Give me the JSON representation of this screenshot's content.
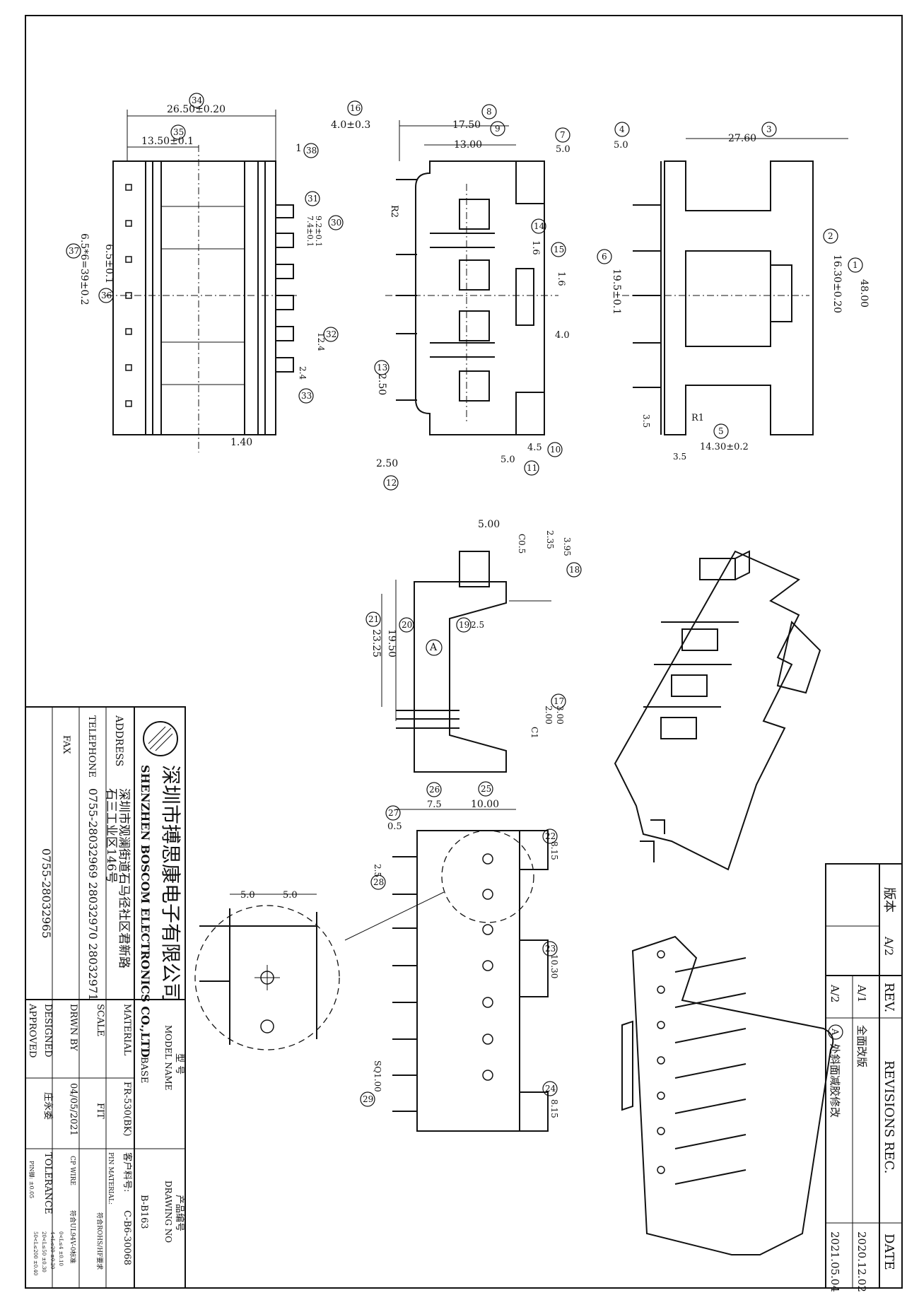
{
  "company": {
    "name_cn": "深圳市搏思康电子有限公司",
    "name_en": "SHENZHEN BOSCOM ELECTRONICS CO.,LTD"
  },
  "info_table": {
    "address_label": "ADDRESS",
    "address_line1": "深圳市观澜街道石马径社区君新路",
    "address_line2": "石三工业区146号",
    "telephone_label": "TELEPHONE",
    "telephone_value": "0755-28032969 28032970 28032971",
    "fax_label": "FAX",
    "fax_value": "0755-28032965",
    "model_name_cn": "型 号",
    "model_name_label": "MODEL NAME",
    "model_name_value": "BASE",
    "drawing_no_cn": "产品编号",
    "drawing_no_label": "DRAWING NO",
    "drawing_no_value": "B-B163",
    "material_label": "MATERIAL",
    "material_value": "FR-530(BK)",
    "customer_pn_label": "客户料号:",
    "customer_pn_value": "C-B6-30068",
    "scale_label": "SCALE",
    "scale_value": "FIT",
    "pin_material_label": "PIN MATERIAL:",
    "pin_material_value": "符合ROHS/HF要求",
    "drwn_by_label": "DRWN BY",
    "drwn_by_value": "04/05/2021",
    "cp_wire_label": "CP WIRE",
    "cp_wire_value": "符合UL94V-0标准",
    "designed_label": "DESIGNED",
    "designed_value": "庄永委",
    "tolerance_label": "TOLERANCE",
    "approved_label": "APPROVED",
    "pin_tolerance": "PIN脚: ±0.05",
    "tolerance_rows": [
      "0<L≤4  ±0.10",
      "4<L≤20  ±0.20",
      "20<L≤50  ±0.30",
      "50<L≤200  ±0.40"
    ]
  },
  "revisions": {
    "ver_cn": "版本",
    "rev_label": "REV.",
    "rec_label": "REVISIONS REC.",
    "date_label": "DATE",
    "current": "A/2",
    "rows": [
      {
        "rev": "A/1",
        "desc": "全面改版",
        "date": "2020.12.02"
      },
      {
        "rev": "A/2",
        "desc": "处斜面减胶修改",
        "date": "2021.05.04"
      }
    ],
    "circle_a": "A"
  },
  "dims_side": {
    "d34": "26.50±0.20",
    "d35": "13.50±0.1",
    "d38": "1",
    "d31": "",
    "d30": "9.2±0.1",
    "d30b": "7.4±0.1",
    "d36": "6.5±0.1",
    "d37": "6.5*6=39±0.2",
    "d32": "12.4",
    "d33": "2.4",
    "d140": "1.40"
  },
  "dims_top": {
    "d16": "4.0±0.3",
    "d8": "17.50",
    "d9": "13.00",
    "d7": "5.0",
    "r2": "R2",
    "d14": "1.6",
    "d15": "1.6",
    "d40": "4.0",
    "d13": "2.50",
    "d10": "4.5",
    "d12": "2.50",
    "d11": "5.0"
  },
  "dims_front": {
    "d4": "5.0",
    "d3": "27.60",
    "d1": "48.00",
    "d2": "16.30±0.20",
    "d6": "19.5±0.1",
    "r1": "R1",
    "d35": "3.5",
    "d5": "14.30±0.2",
    "d35b": "3.5"
  },
  "dims_mid": {
    "d500": "5.00",
    "c05": "C0.5",
    "d235": "2.35",
    "d395": "3.95",
    "d25": "2.5",
    "d1950": "19.50",
    "d2325": "23.25",
    "cA": "A",
    "d300": "3.00",
    "d200": "2.00",
    "c1": "C1"
  },
  "dims_bottom": {
    "d75": "7.5",
    "d1000": "10.00",
    "d05": "0.5",
    "d25b": "2.5",
    "d815a": "8.15",
    "d1030": "10.30",
    "d815b": "8.15",
    "sq": "SQ1.00"
  },
  "dims_detail": {
    "da": "5.0",
    "db": "5.0"
  },
  "bubbles": {
    "n1": "1",
    "n2": "2",
    "n3": "3",
    "n4": "4",
    "n5": "5",
    "n6": "6",
    "n7": "7",
    "n8": "8",
    "n9": "9",
    "n10": "10",
    "n11": "11",
    "n12": "12",
    "n13": "13",
    "n14": "14",
    "n15": "15",
    "n16": "16",
    "n17": "17",
    "n18": "18",
    "n19": "19",
    "n20": "20",
    "n21": "21",
    "n22": "22",
    "n23": "23",
    "n24": "24",
    "n25": "25",
    "n26": "26",
    "n27": "27",
    "n28": "28",
    "n29": "29",
    "n30": "30",
    "n31": "31",
    "n32": "32",
    "n33": "33",
    "n34": "34",
    "n35": "35",
    "n36": "36",
    "n37": "37",
    "n38": "38"
  }
}
